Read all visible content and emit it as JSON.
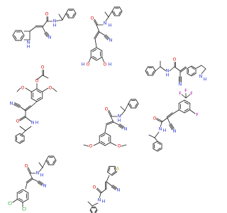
{
  "colors": {
    "background": "#ffffff",
    "bond": "#1a1a1a",
    "oxygen": "#e00000",
    "nitrogen": "#1f2bd6",
    "sulfur": "#b8a200",
    "fluorine": "#b000b0",
    "chlorine": "#1a9a1a",
    "carbon": "#1a1a1a"
  },
  "structures": [
    {
      "id": "indole-3-acrylamide",
      "atom_labels": [
        "O",
        "N",
        "H",
        "N",
        "N",
        "H"
      ]
    },
    {
      "id": "dihydroxyphenyl-acrylamide",
      "atom_labels": [
        "O",
        "N",
        "H",
        "N",
        "O",
        "H",
        "O",
        "H"
      ]
    },
    {
      "id": "indole-5-acrylamide",
      "atom_labels": [
        "O",
        "N",
        "H",
        "N",
        "N",
        "H"
      ]
    },
    {
      "id": "acetoxy-dimethoxyphenyl-acrylamide",
      "atom_labels": [
        "O",
        "O",
        "O",
        "O",
        "N",
        "O",
        "N",
        "H"
      ]
    },
    {
      "id": "dimethoxyphenyl-acrylamide",
      "atom_labels": [
        "O",
        "N",
        "H",
        "N",
        "O",
        "O"
      ]
    },
    {
      "id": "fluoro-trifluoromethylphenyl-acrylamide",
      "atom_labels": [
        "F",
        "F",
        "F",
        "F",
        "N",
        "O",
        "N",
        "H"
      ]
    },
    {
      "id": "dichlorophenyl-acrylamide",
      "atom_labels": [
        "O",
        "N",
        "H",
        "N",
        "Cl",
        "Cl"
      ]
    },
    {
      "id": "thienyl-acrylamide",
      "atom_labels": [
        "S",
        "N",
        "O",
        "N",
        "H"
      ]
    }
  ]
}
